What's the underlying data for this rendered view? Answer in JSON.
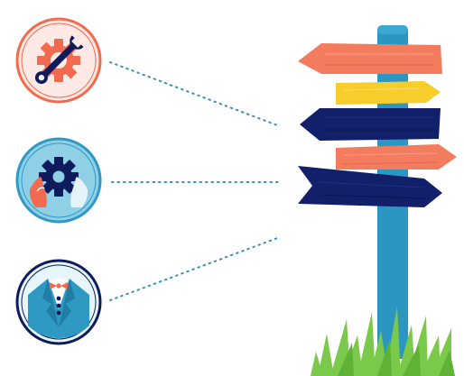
{
  "scene": {
    "icons": [
      {
        "name": "tools-gear-wrench-icon",
        "outline_color": "#F26B4F",
        "fill_color": "#FFE9E4"
      },
      {
        "name": "hands-gear-icon",
        "outline_color": "#2E9AC4",
        "fill_color": "#8FD0E6"
      },
      {
        "name": "tuxedo-bowtie-icon",
        "outline_color": "#0E1B5C",
        "fill_color": "#E6F6FB"
      }
    ],
    "signpost": {
      "pole_color": "#2B96C1",
      "signs": [
        {
          "name": "sign-top-left-orange",
          "color": "#F47C5E",
          "direction": "left"
        },
        {
          "name": "sign-yellow-right",
          "color": "#F6CD2B",
          "direction": "right"
        },
        {
          "name": "sign-navy-left",
          "color": "#12206B",
          "direction": "left"
        },
        {
          "name": "sign-orange-right",
          "color": "#F47C5E",
          "direction": "right"
        },
        {
          "name": "sign-navy-right",
          "color": "#12206B",
          "direction": "right"
        }
      ],
      "grass_color": "#7BC94A"
    },
    "connector_color": "#3A8FB7"
  }
}
